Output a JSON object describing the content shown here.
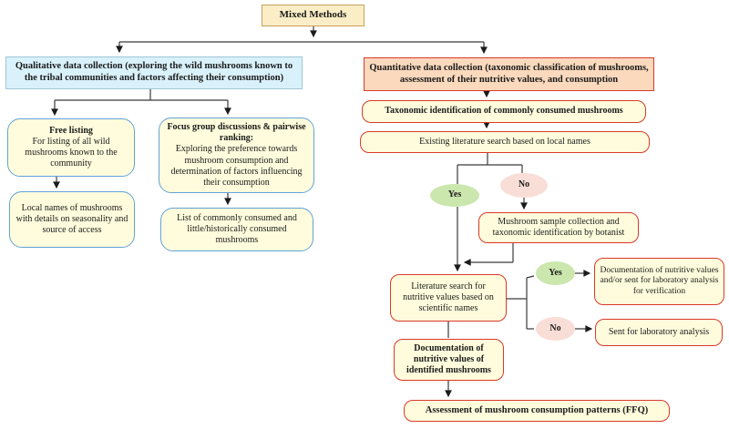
{
  "nodes": {
    "mixed_methods": "Mixed Methods",
    "qualitative_header": "Qualitative data collection (exploring the wild mushrooms known to the tribal communities and factors affecting their consumption)",
    "quantitative_header": "Quantitative data collection (taxonomic classification of mushrooms, assessment of their nutritive values, and consumption",
    "free_listing_title": "Free listing",
    "free_listing_body": "For listing of all wild mushrooms known to the community",
    "focus_group_title": "Focus group discussions & pairwise ranking:",
    "focus_group_body": "Exploring the preference towards mushroom consumption and determination of factors influencing their consumption",
    "local_names": "Local names of mushrooms with details on seasonality and source of access",
    "consumed_list": "List of commonly consumed and little/historically consumed mushrooms",
    "taxonomic_identification": "Taxonomic identification of commonly consumed mushrooms",
    "existing_literature": "Existing literature search based on local names",
    "decision_yes_1": "Yes",
    "decision_no_1": "No",
    "sample_collection": "Mushroom sample collection and taxonomic identification by botanist",
    "literature_scientific": "Literature search for nutritive values based on scientific names",
    "decision_yes_2": "Yes",
    "decision_no_2": "No",
    "documentation_verification": "Documentation of nutritive values and/or sent for laboratory analysis for verification",
    "sent_laboratory": "Sent for laboratory analysis",
    "documentation_identified": "Documentation of nutritive values of identified mushrooms",
    "ffq_assessment": "Assessment of mushroom consumption patterns (FFQ)"
  },
  "colors": {
    "cream_bg": "#FBEEC6",
    "tan_border": "#C9A05E",
    "cyan_bg": "#D9F1FA",
    "cyan_border": "#9FC6D6",
    "peach_bg": "#FAD9BD",
    "red_border": "#D9392B",
    "yellow_bg": "#FEFCDC",
    "blue_border": "#63A2D8",
    "green_bg": "#CBE7AE",
    "pink_bg": "#F9DED8",
    "line_color": "#3A3A3A",
    "text_color": "#1B1B1B"
  }
}
